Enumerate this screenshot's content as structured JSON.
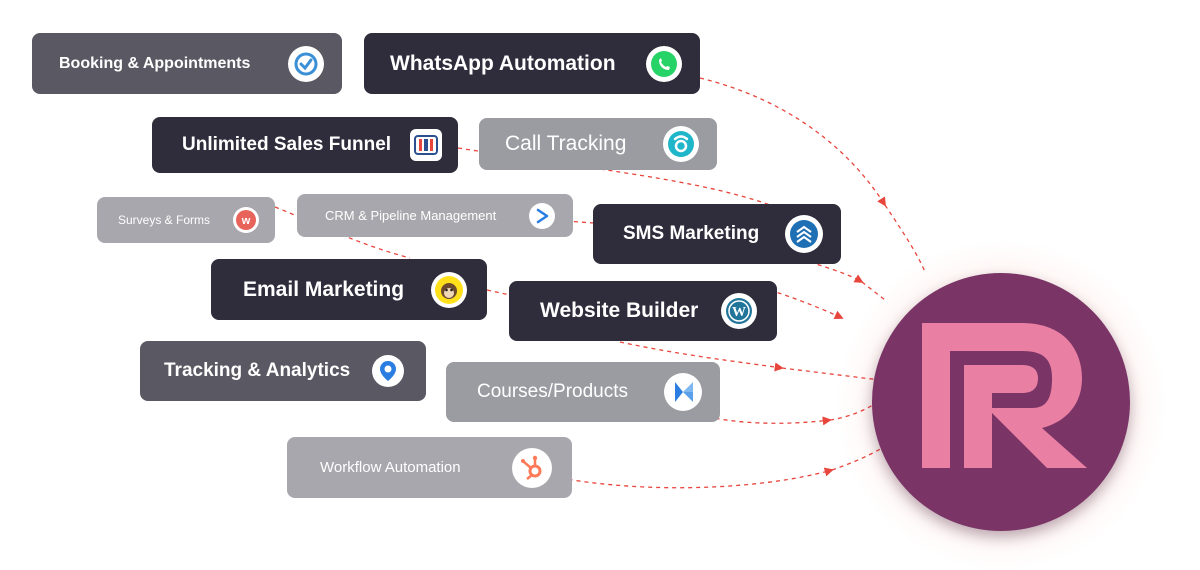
{
  "features": [
    {
      "id": "booking",
      "label": "Booking & Appointments",
      "icon": "check-circle-icon"
    },
    {
      "id": "whatsapp",
      "label": "WhatsApp Automation",
      "icon": "whatsapp-icon"
    },
    {
      "id": "funnel",
      "label": "Unlimited Sales Funnel",
      "icon": "clickfunnels-icon"
    },
    {
      "id": "call",
      "label": "Call Tracking",
      "icon": "call-tracking-icon"
    },
    {
      "id": "surveys",
      "label": "Surveys & Forms",
      "icon": "wufoo-icon"
    },
    {
      "id": "crm",
      "label": "CRM & Pipeline Management",
      "icon": "pipedrive-arrow-icon"
    },
    {
      "id": "sms",
      "label": "SMS Marketing",
      "icon": "stacked-chevrons-icon"
    },
    {
      "id": "email",
      "label": "Email Marketing",
      "icon": "mailchimp-icon"
    },
    {
      "id": "website",
      "label": "Website Builder",
      "icon": "wordpress-icon"
    },
    {
      "id": "analytics",
      "label": "Tracking & Analytics",
      "icon": "location-pin-icon"
    },
    {
      "id": "courses",
      "label": "Courses/Products",
      "icon": "kajabi-icon"
    },
    {
      "id": "workflow",
      "label": "Workflow Automation",
      "icon": "hubspot-icon"
    }
  ],
  "hub": {
    "logo_letter": "R",
    "logo_name": "brand-r-logo"
  },
  "colors": {
    "link": "#e8453c",
    "hub": "#7a3466",
    "logo_mark": "#e97fa2",
    "dark_pill": "#2f2d3b",
    "whatsapp": "#25d366"
  }
}
